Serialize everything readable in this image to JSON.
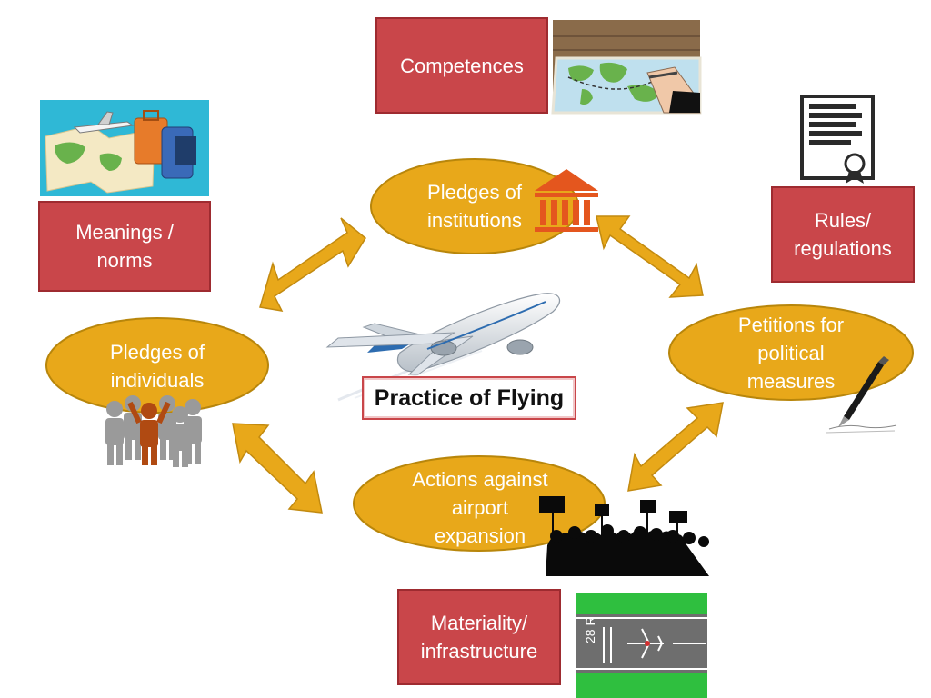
{
  "center": {
    "label": "Practice of Flying"
  },
  "ovals": {
    "institutions": "Pledges of\ninstitutions",
    "individuals": "Pledges of\nindividuals",
    "petitions": "Petitions for\npolitical\nmeasures",
    "actions": "Actions against\nairport\nexpansion"
  },
  "boxes": {
    "competences": "Competences",
    "meanings": "Meanings /\nnorms",
    "rules": "Rules/\nregulations",
    "materiality": "Materiality/\ninfrastructure"
  },
  "colors": {
    "oval_fill": "#e8a81a",
    "box_fill": "#c9464a",
    "arrow_fill": "#e8a81a"
  },
  "icons": [
    "map-travel-icon",
    "map-drawing-icon",
    "certificate-icon",
    "institution-building-icon",
    "people-group-icon",
    "airplane-icon",
    "pen-icon",
    "protest-crowd-icon",
    "runway-icon"
  ]
}
